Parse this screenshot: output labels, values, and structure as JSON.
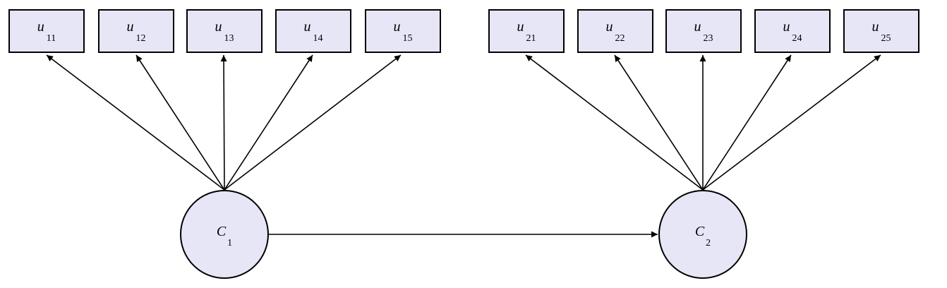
{
  "diagram": {
    "type": "latent class path diagram",
    "colors": {
      "node_fill": "#e6e6f6",
      "stroke": "#000000",
      "background": "#ffffff"
    },
    "latent_nodes": [
      {
        "id": "C1",
        "main": "C",
        "sub": "1"
      },
      {
        "id": "C2",
        "main": "C",
        "sub": "2"
      }
    ],
    "indicator_groups": [
      {
        "source": "C1",
        "items": [
          {
            "main": "u",
            "sub": "11"
          },
          {
            "main": "u",
            "sub": "12"
          },
          {
            "main": "u",
            "sub": "13"
          },
          {
            "main": "u",
            "sub": "14"
          },
          {
            "main": "u",
            "sub": "15"
          }
        ]
      },
      {
        "source": "C2",
        "items": [
          {
            "main": "u",
            "sub": "21"
          },
          {
            "main": "u",
            "sub": "22"
          },
          {
            "main": "u",
            "sub": "23"
          },
          {
            "main": "u",
            "sub": "24"
          },
          {
            "main": "u",
            "sub": "25"
          }
        ]
      }
    ],
    "structural_edges": [
      {
        "from": "C1",
        "to": "C2"
      }
    ]
  }
}
